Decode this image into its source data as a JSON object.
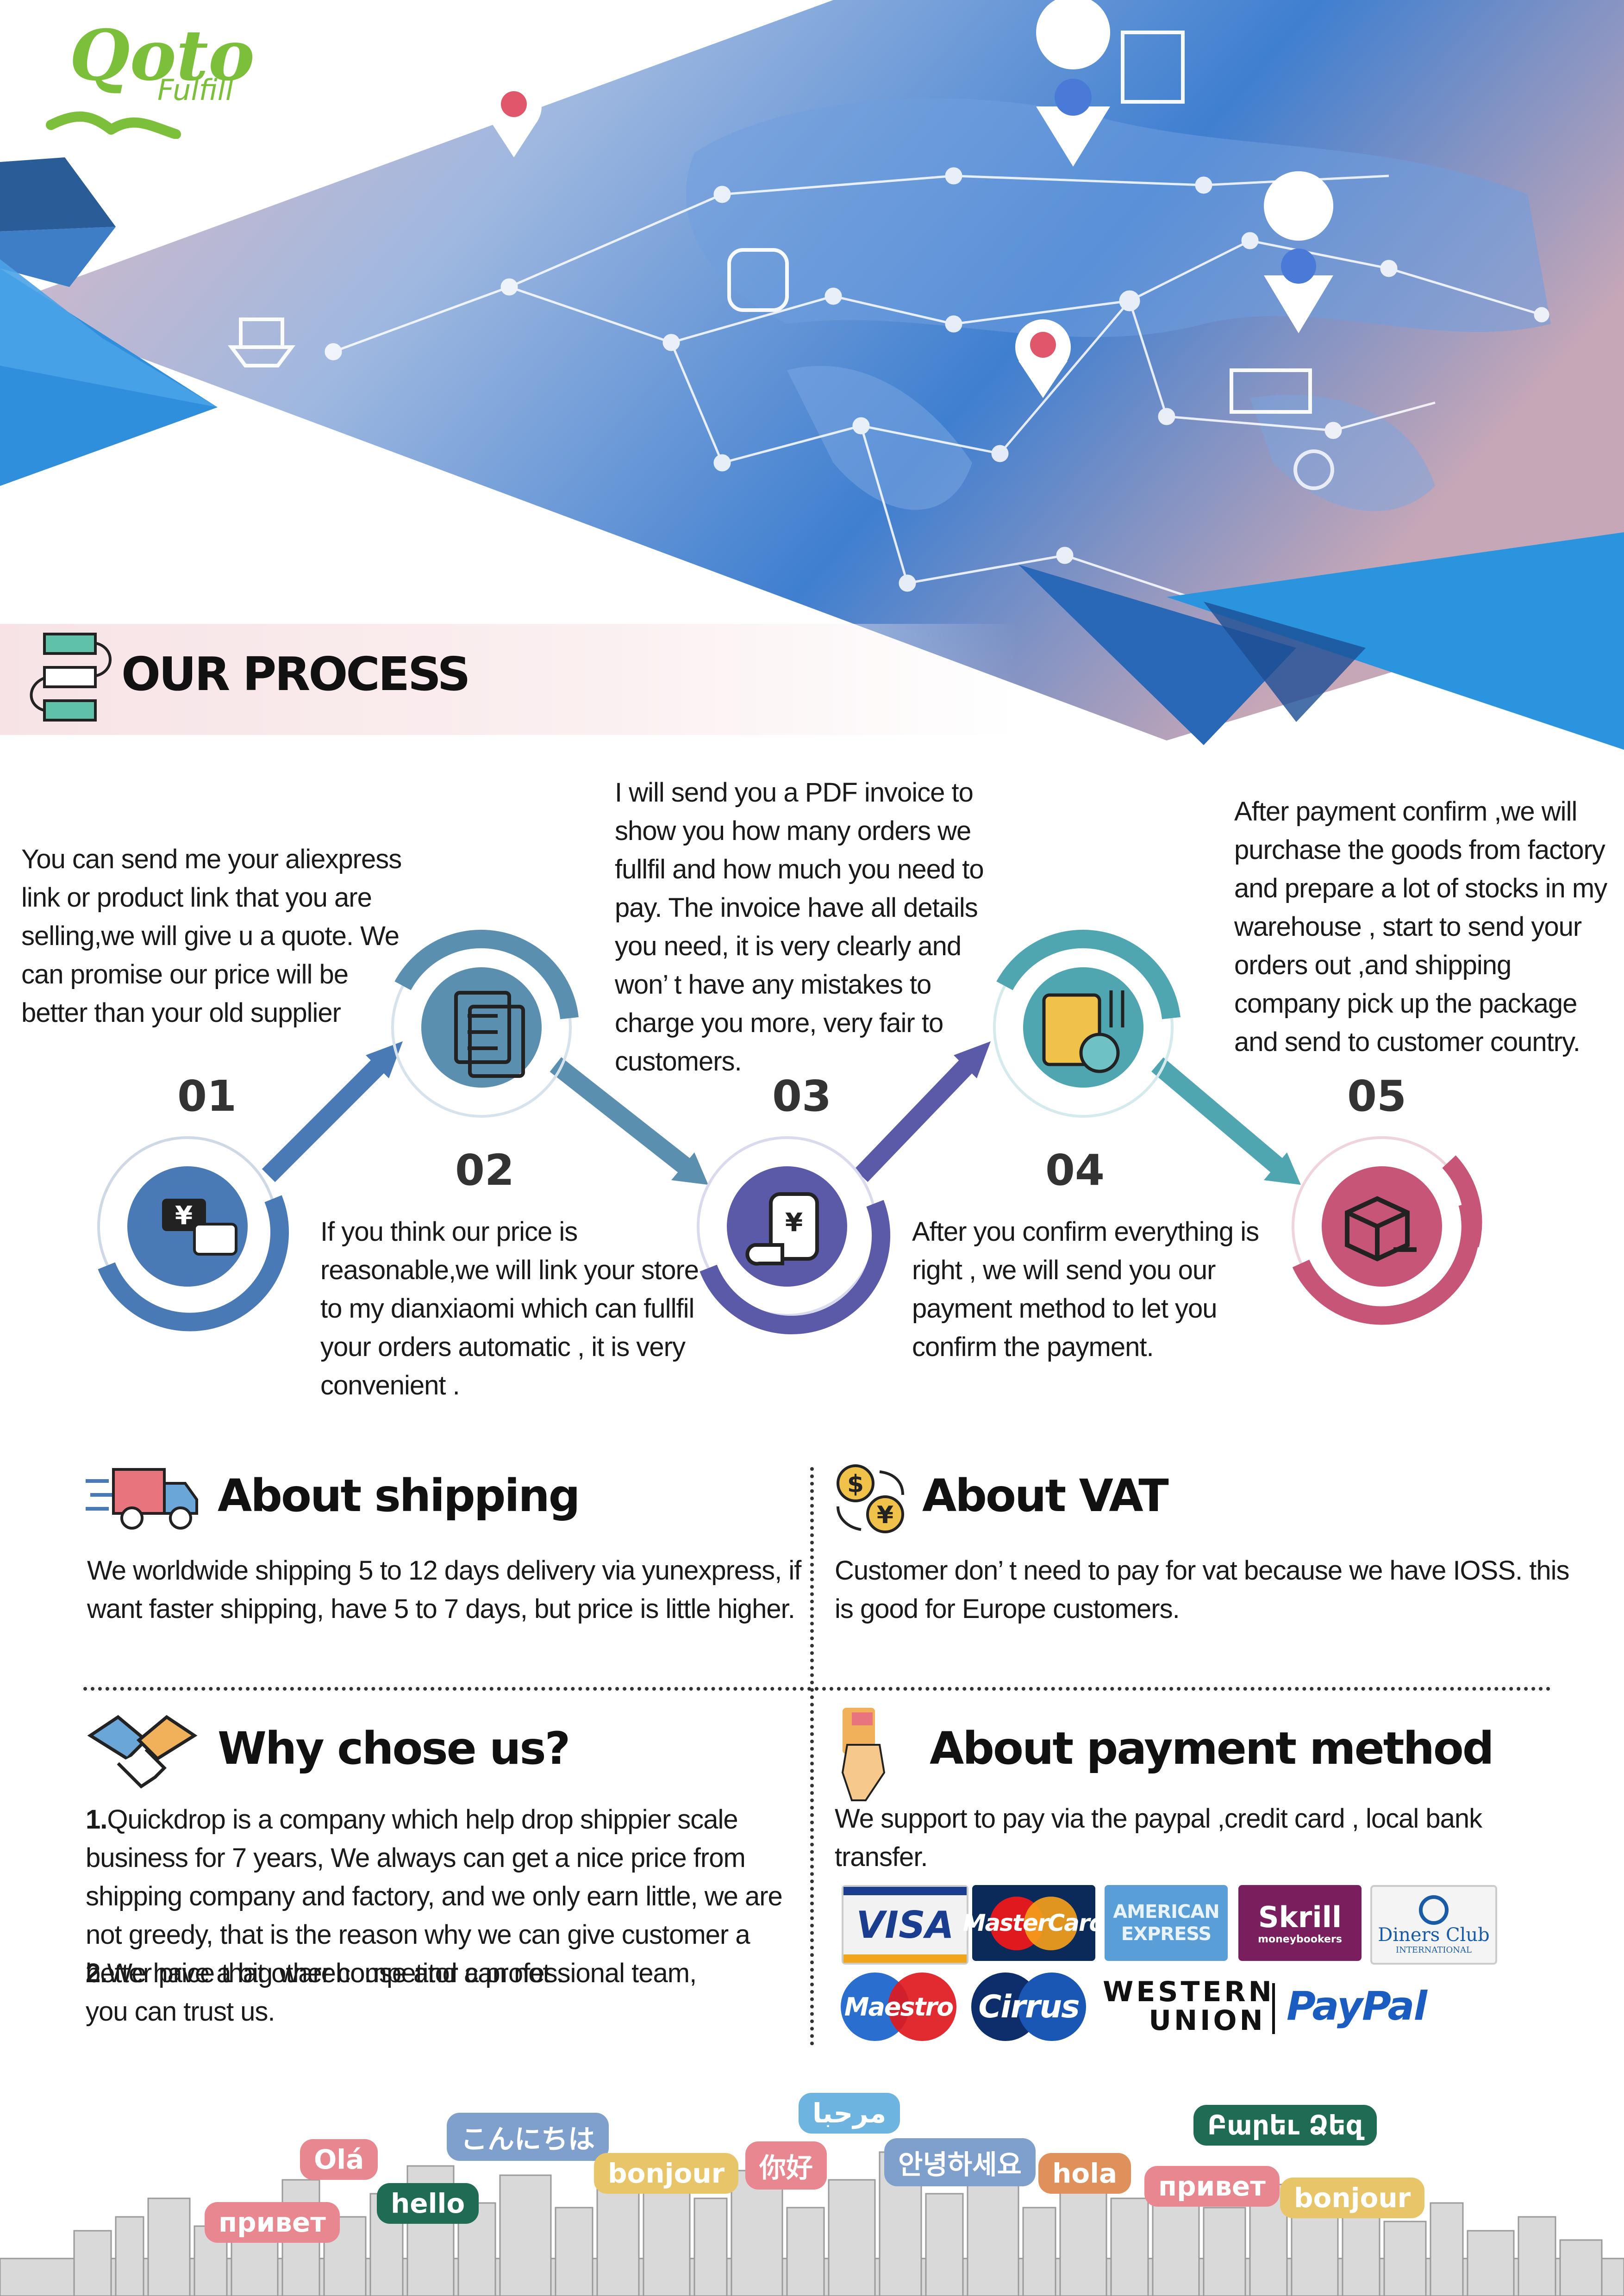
{
  "brand": {
    "name_main": "Qoto",
    "name_sub": "Fulfill",
    "color": "#7bbf3a"
  },
  "process": {
    "title": "OUR PROCESS",
    "steps": [
      {
        "num": "01",
        "text": "You can send me your aliexpress link or product link that you are selling,we will give u a quote. We can promise our price will be better than your old supplier",
        "icon": "yen-chat-icon",
        "color": "#4a7ab5"
      },
      {
        "num": "02",
        "text": "If you think our price is reasonable,we will link your store to my dianxiaomi which can fullfil your orders automatic , it is very convenient .",
        "icon": "clipboard-icon",
        "color": "#5b8fb0"
      },
      {
        "num": "03",
        "text": "I will send you a PDF invoice to show you how many orders we fullfil and how much you need to pay. The invoice have all details you need, it is very clearly and won’ t have any mistakes to charge you more, very fair to customers.",
        "icon": "invoice-icon",
        "color": "#5a5aa8"
      },
      {
        "num": "04",
        "text": "After you confirm everything is right , we will send you our payment method to let you confirm the payment.",
        "icon": "payment-icon",
        "color": "#4fa5b0"
      },
      {
        "num": "05",
        "text": "After payment confirm ,we will purchase the goods from factory and prepare a lot of stocks in my warehouse , start to send your orders out ,and shipping company pick up the package and send to customer country.",
        "icon": "box-shipping-icon",
        "color": "#c65578"
      }
    ]
  },
  "shipping": {
    "title": "About shipping",
    "text": "We worldwide shipping 5 to 12 days delivery via yunexpress, if want faster shipping, have 5 to 7 days, but price is little higher."
  },
  "vat": {
    "title": "About VAT",
    "text": "Customer don’ t need to pay for vat because we have IOSS. this is good for Europe customers."
  },
  "why": {
    "title": "Why chose us?",
    "p1_num": "1.",
    "p1": "Quickdrop is a company which help drop shippier scale business for 7 years, We always can get a nice price from shipping company and factory, and we only earn little, we are not greedy, that is the reason why we can give customer a better price that other competitor can not .",
    "p2_num": "2.",
    "p2": "We have a big warehouse and a professional team, you can trust us."
  },
  "payment": {
    "title": "About payment method",
    "text": "We support to pay via the paypal ,credit card , local bank transfer.",
    "logos": {
      "visa": "VISA",
      "mastercard": "MasterCard",
      "amex_1": "AMERICAN",
      "amex_2": "EXPRESS",
      "skrill": "Skrill",
      "skrill_sub": "moneybookers",
      "diners_1": "Diners Club",
      "diners_2": "INTERNATIONAL",
      "maestro": "Maestro",
      "cirrus": "Cirrus",
      "wu_1": "WESTERN",
      "wu_2": "UNION",
      "paypal": "PayPal"
    }
  },
  "greetings": [
    "Olá",
    "hello",
    "こんにちは",
    "bonjour",
    "你好",
    "مرحبا",
    "안녕하세요",
    "hola",
    "привет",
    "Բարեւ Ձեզ",
    "bonjour",
    "привет"
  ]
}
